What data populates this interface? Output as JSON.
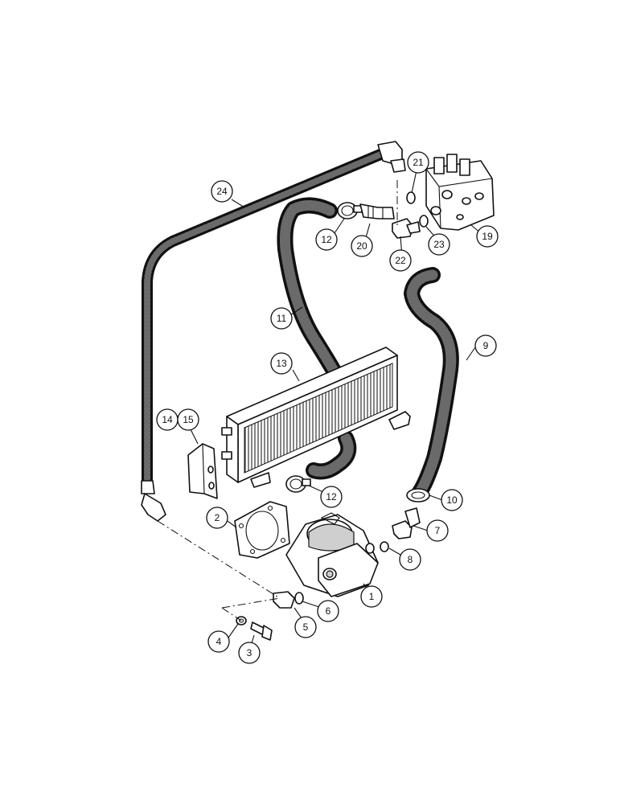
{
  "callouts": {
    "c1": "1",
    "c2": "2",
    "c3": "3",
    "c4": "4",
    "c5": "5",
    "c6": "6",
    "c7": "7",
    "c8": "8",
    "c9": "9",
    "c10": "10",
    "c11": "11",
    "c12a": "12",
    "c12b": "12",
    "c13": "13",
    "c14": "14",
    "c15": "15",
    "c19": "19",
    "c20": "20",
    "c21": "21",
    "c22": "22",
    "c23": "23",
    "c24": "24"
  }
}
